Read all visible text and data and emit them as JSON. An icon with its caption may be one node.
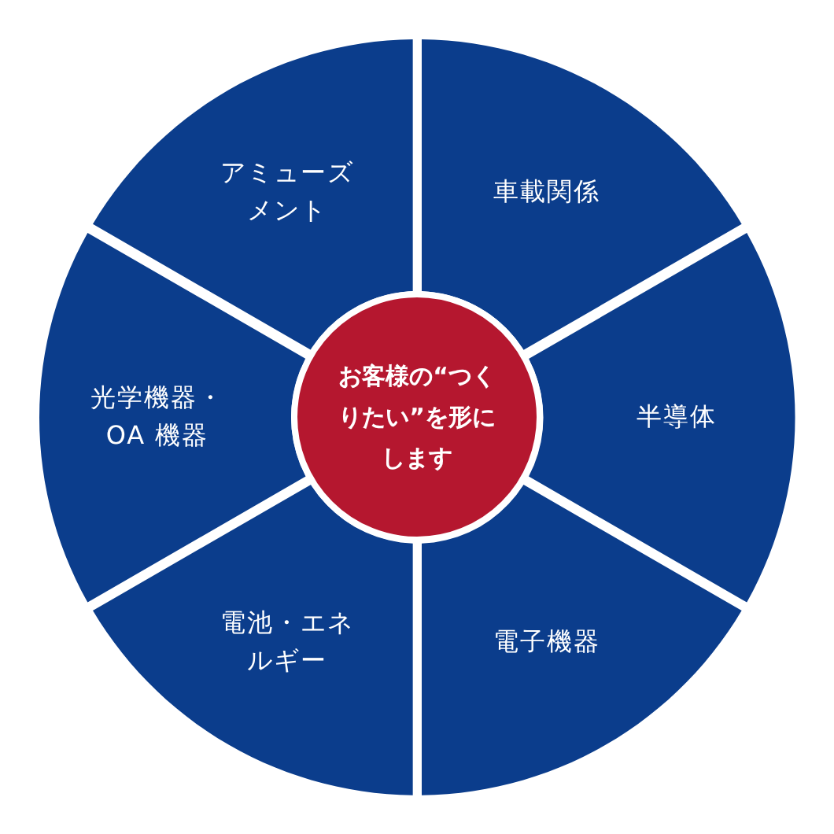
{
  "diagram": {
    "nodes": [
      {
        "text": [
          "お客様の“つくりたい”を形にします"
        ]
      },
      {
        "text": [
          "アミューズメント"
        ]
      },
      {
        "text": [
          "車載関係"
        ]
      },
      {
        "text": [
          "光学機器・OA 機器"
        ]
      },
      {
        "text": [
          "半導体"
        ]
      },
      {
        "text": [
          "電池・エネルギー"
        ]
      },
      {
        "text": [
          "電子機器"
        ]
      }
    ]
  }
}
